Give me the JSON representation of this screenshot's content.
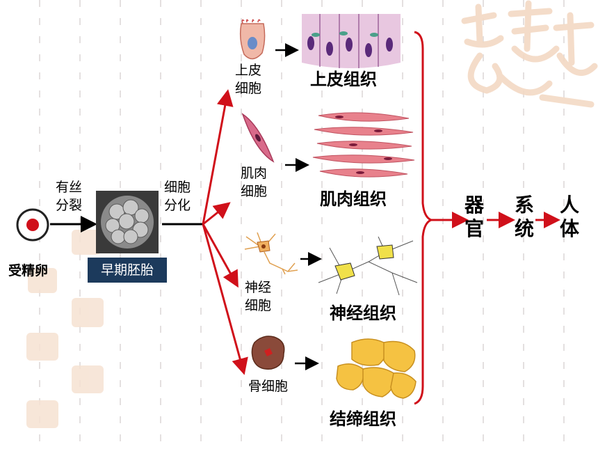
{
  "left": {
    "zygote_label": "受精卵",
    "mitosis_label": [
      "有丝",
      "分裂"
    ],
    "embryo_label": "早期胚胎",
    "differentiation_label": [
      "细胞",
      "分化"
    ]
  },
  "cells": [
    {
      "name": "epithelial",
      "label": [
        "上皮",
        "细胞"
      ],
      "tissue": "上皮组织"
    },
    {
      "name": "muscle",
      "label": [
        "肌肉",
        "细胞"
      ],
      "tissue": "肌肉组织"
    },
    {
      "name": "nerve",
      "label": [
        "神经",
        "细胞"
      ],
      "tissue": "神经组织"
    },
    {
      "name": "bone",
      "label": [
        "骨细胞"
      ],
      "tissue": "结缔组织"
    }
  ],
  "right": {
    "organ_label": [
      "器",
      "官"
    ],
    "system_label": [
      "系",
      "统"
    ],
    "body_label": [
      "人",
      "体"
    ]
  },
  "colors": {
    "arrow_red": "#d0101a",
    "embryo_box": "#1c3a5c",
    "watermark": "#f3d9c4"
  }
}
